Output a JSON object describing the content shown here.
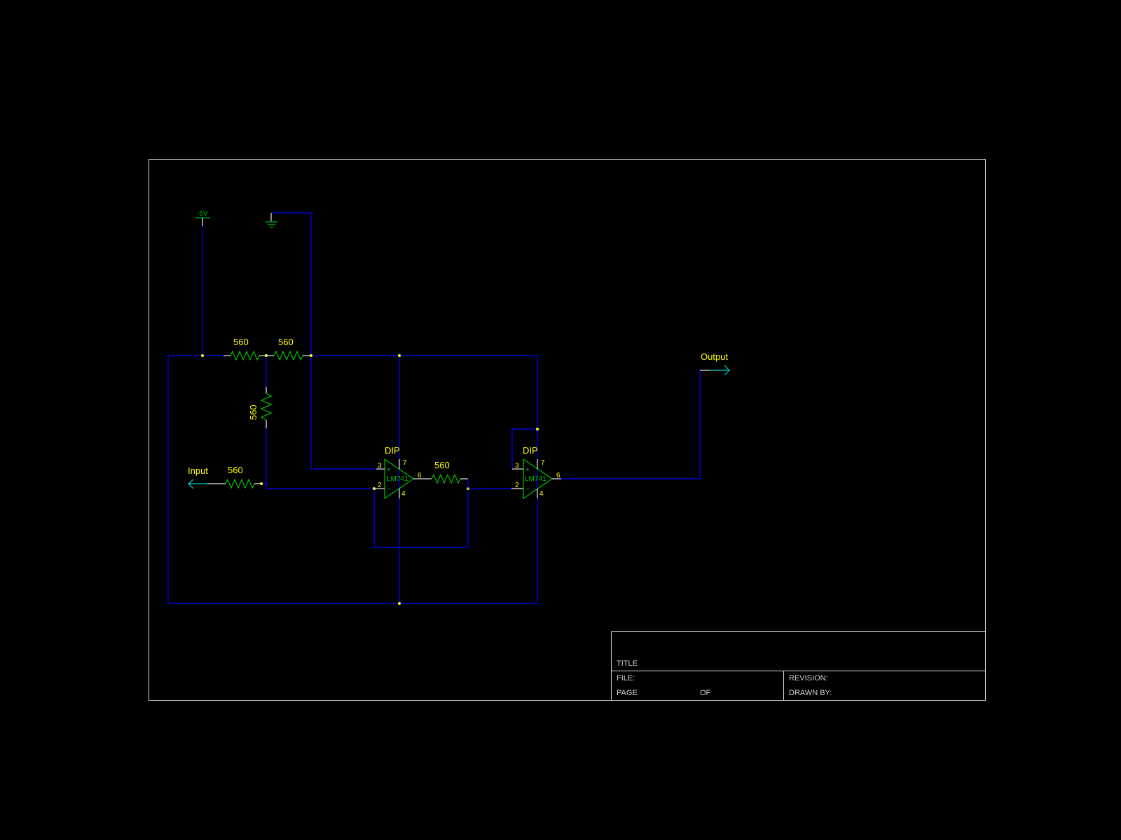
{
  "labels": {
    "supply": "-5V",
    "input": "Input",
    "output": "Output"
  },
  "resistors": [
    {
      "value": "560"
    },
    {
      "value": "560"
    },
    {
      "value": "560"
    },
    {
      "value": "560"
    },
    {
      "value": "560"
    }
  ],
  "opamps": [
    {
      "package": "DIP",
      "part": "LM741",
      "pins": {
        "noninv": "3",
        "inv": "2",
        "out": "6",
        "vplus": "7",
        "vminus": "4"
      },
      "signs": {
        "plus": "+",
        "minus": "−"
      }
    },
    {
      "package": "DIP",
      "part": "LM741",
      "pins": {
        "noninv": "3",
        "inv": "2",
        "out": "6",
        "vplus": "7",
        "vminus": "4"
      },
      "signs": {
        "plus": "+",
        "minus": "−"
      }
    }
  ],
  "title_block": {
    "title": "TITLE",
    "file": "FILE:",
    "page": "PAGE",
    "of": "OF",
    "revision": "REVISION:",
    "drawn_by": "DRAWN BY:"
  },
  "colors": {
    "background": "#000000",
    "wire": "#0000ff",
    "component": "#00c000",
    "label": "#ffff00",
    "port": "#00d0d0",
    "frame": "#d8d8d8"
  }
}
